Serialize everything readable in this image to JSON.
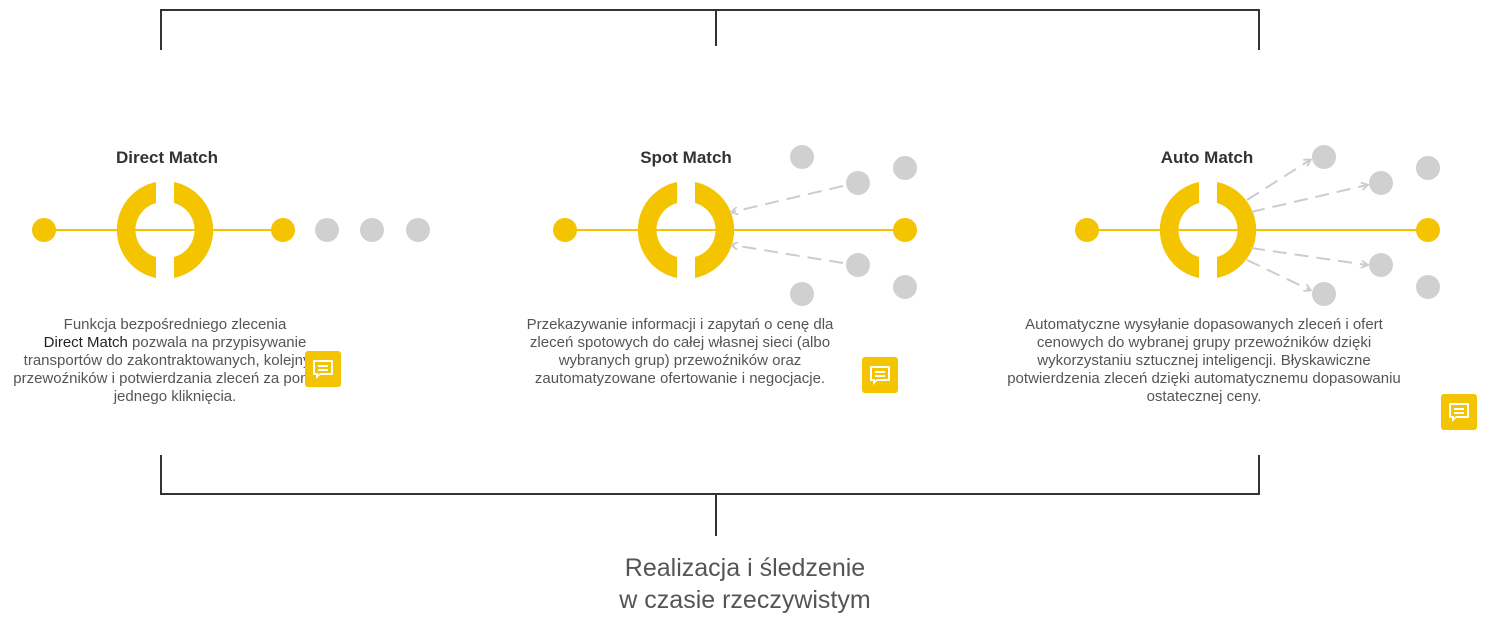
{
  "colors": {
    "accent": "#f5c400",
    "node_grey": "#d0d0d0",
    "line": "#333333",
    "arrow_grey": "#cccccc"
  },
  "columns": [
    {
      "title": "Direct Match",
      "desc_highlight": "Direct Match",
      "desc_line1": "Funkcja bezpośredniego zlecenia",
      "desc_line2_rest": " pozwala na",
      "desc_rest": "przypisywanie transportów do zakontraktowanych, kolejnych przewoźników i potwierdzania zleceń za pomocą jednego kliknięcia.",
      "icon": "note-icon"
    },
    {
      "title": "Spot Match",
      "desc": "Przekazywanie informacji i zapytań o cenę dla zleceń spotowych do całej własnej sieci (albo wybranych grup) przewoźników oraz zautomatyzowane ofertowanie i negocjacje.",
      "icon": "note-icon"
    },
    {
      "title": "Auto Match",
      "desc": "Automatyczne wysyłanie dopasowanych zleceń i ofert cenowych do wybranej grupy przewoźników dzięki wykorzystaniu sztucznej inteligencji. Błyskawiczne potwierdzenia zleceń dzięki automatycznemu dopasowaniu ostatecznej ceny.",
      "icon": "note-icon"
    }
  ],
  "footer": {
    "line1": "Realizacja i śledzenie",
    "line2": "w czasie rzeczywistym"
  }
}
